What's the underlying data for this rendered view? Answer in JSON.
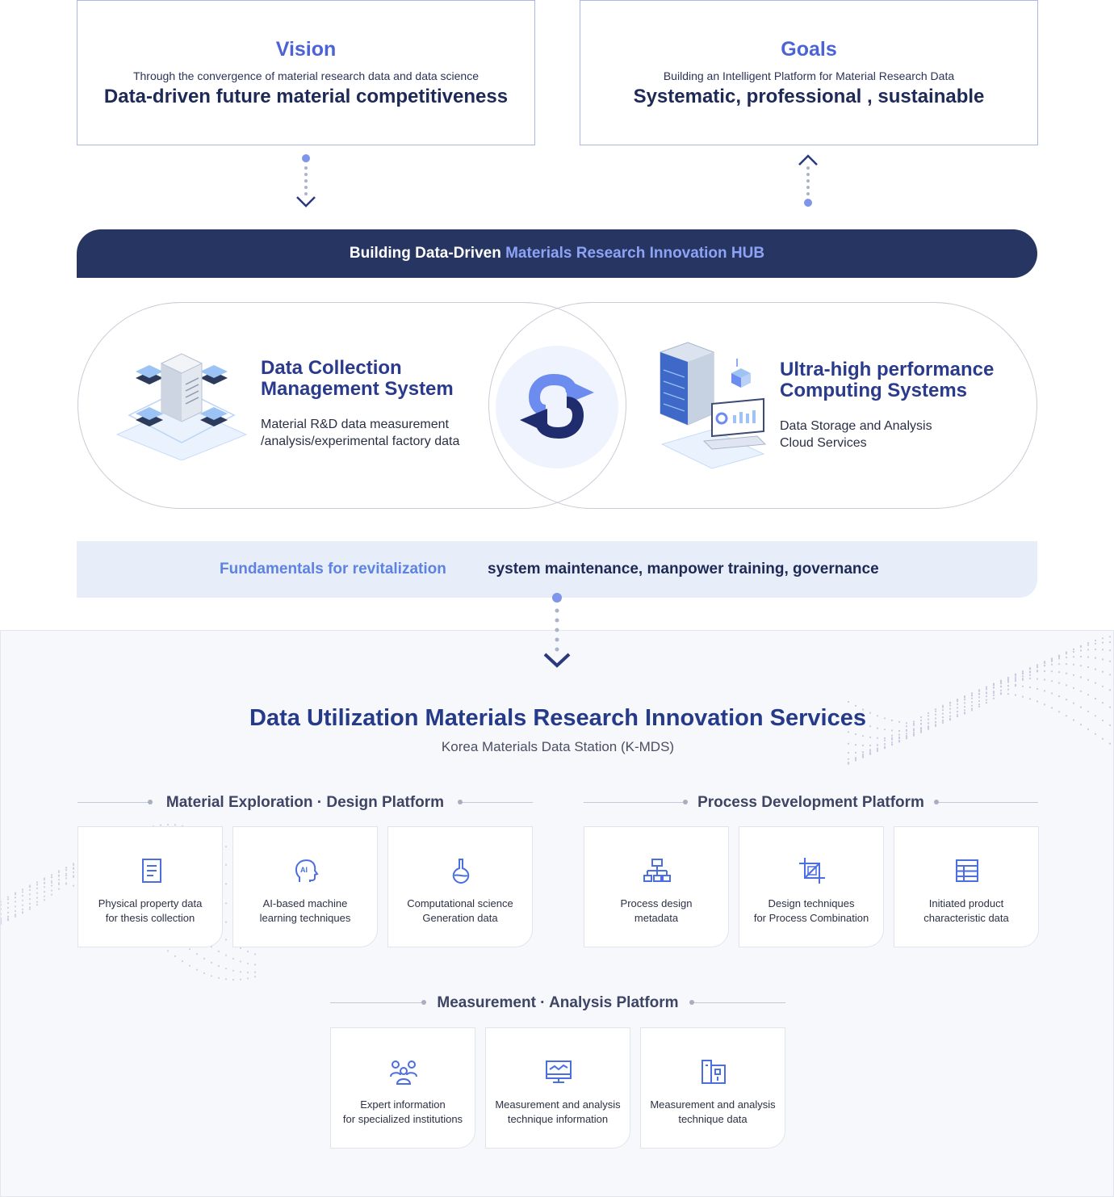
{
  "vision": {
    "title": "Vision",
    "subtitle": "Through the convergence of material research data and data science",
    "statement": "Data-driven future material competitiveness"
  },
  "goals": {
    "title": "Goals",
    "subtitle": "Building an Intelligent Platform for Material Research Data",
    "statement": "Systematic, professional , sustainable"
  },
  "hub": {
    "prefix": "Building Data-Driven ",
    "highlight": "Materials Research Innovation HUB"
  },
  "systems": {
    "left": {
      "title_line1": "Data Collection",
      "title_line2": "Management System",
      "desc_line1": "Material R&D data measurement",
      "desc_line2": "/analysis/experimental factory data",
      "icon": "server-network-icon"
    },
    "center_icon": "exchange-arrows-icon",
    "right": {
      "title_line1": "Ultra-high performance",
      "title_line2": "Computing Systems",
      "desc_line1": "Data Storage and Analysis",
      "desc_line2": "Cloud Services",
      "icon": "computing-server-icon"
    }
  },
  "fundamentals": {
    "label": "Fundamentals for revitalization",
    "text": "system maintenance, manpower training, governance"
  },
  "services": {
    "title": "Data Utilization Materials Research Innovation Services",
    "subtitle": "Korea Materials Data Station (K-MDS)",
    "platforms": [
      {
        "name": "Material Exploration · Design Platform",
        "cards": [
          {
            "line1": "Physical property data",
            "line2": "for thesis collection",
            "icon": "document-icon"
          },
          {
            "line1": "AI-based machine",
            "line2": "learning techniques",
            "icon": "ai-head-icon"
          },
          {
            "line1": "Computational science",
            "line2": "Generation data",
            "icon": "flask-icon"
          }
        ]
      },
      {
        "name": "Process Development Platform",
        "cards": [
          {
            "line1": "Process design",
            "line2": "metadata",
            "icon": "hierarchy-icon"
          },
          {
            "line1": "Design techniques",
            "line2": "for Process Combination",
            "icon": "crop-frame-icon"
          },
          {
            "line1": "Initiated product",
            "line2": "characteristic data",
            "icon": "table-grid-icon"
          }
        ]
      },
      {
        "name": "Measurement · Analysis Platform",
        "cards": [
          {
            "line1": "Expert information",
            "line2": "for specialized institutions",
            "icon": "experts-group-icon"
          },
          {
            "line1": "Measurement and analysis",
            "line2": "technique information",
            "icon": "monitor-chart-icon"
          },
          {
            "line1": "Measurement and analysis",
            "line2": "technique data",
            "icon": "folder-data-icon"
          }
        ]
      }
    ]
  },
  "colors": {
    "accent": "#4b63d4",
    "navy": "#263562",
    "highlight": "#8ea3f5",
    "light_band": "#e7eef9"
  }
}
